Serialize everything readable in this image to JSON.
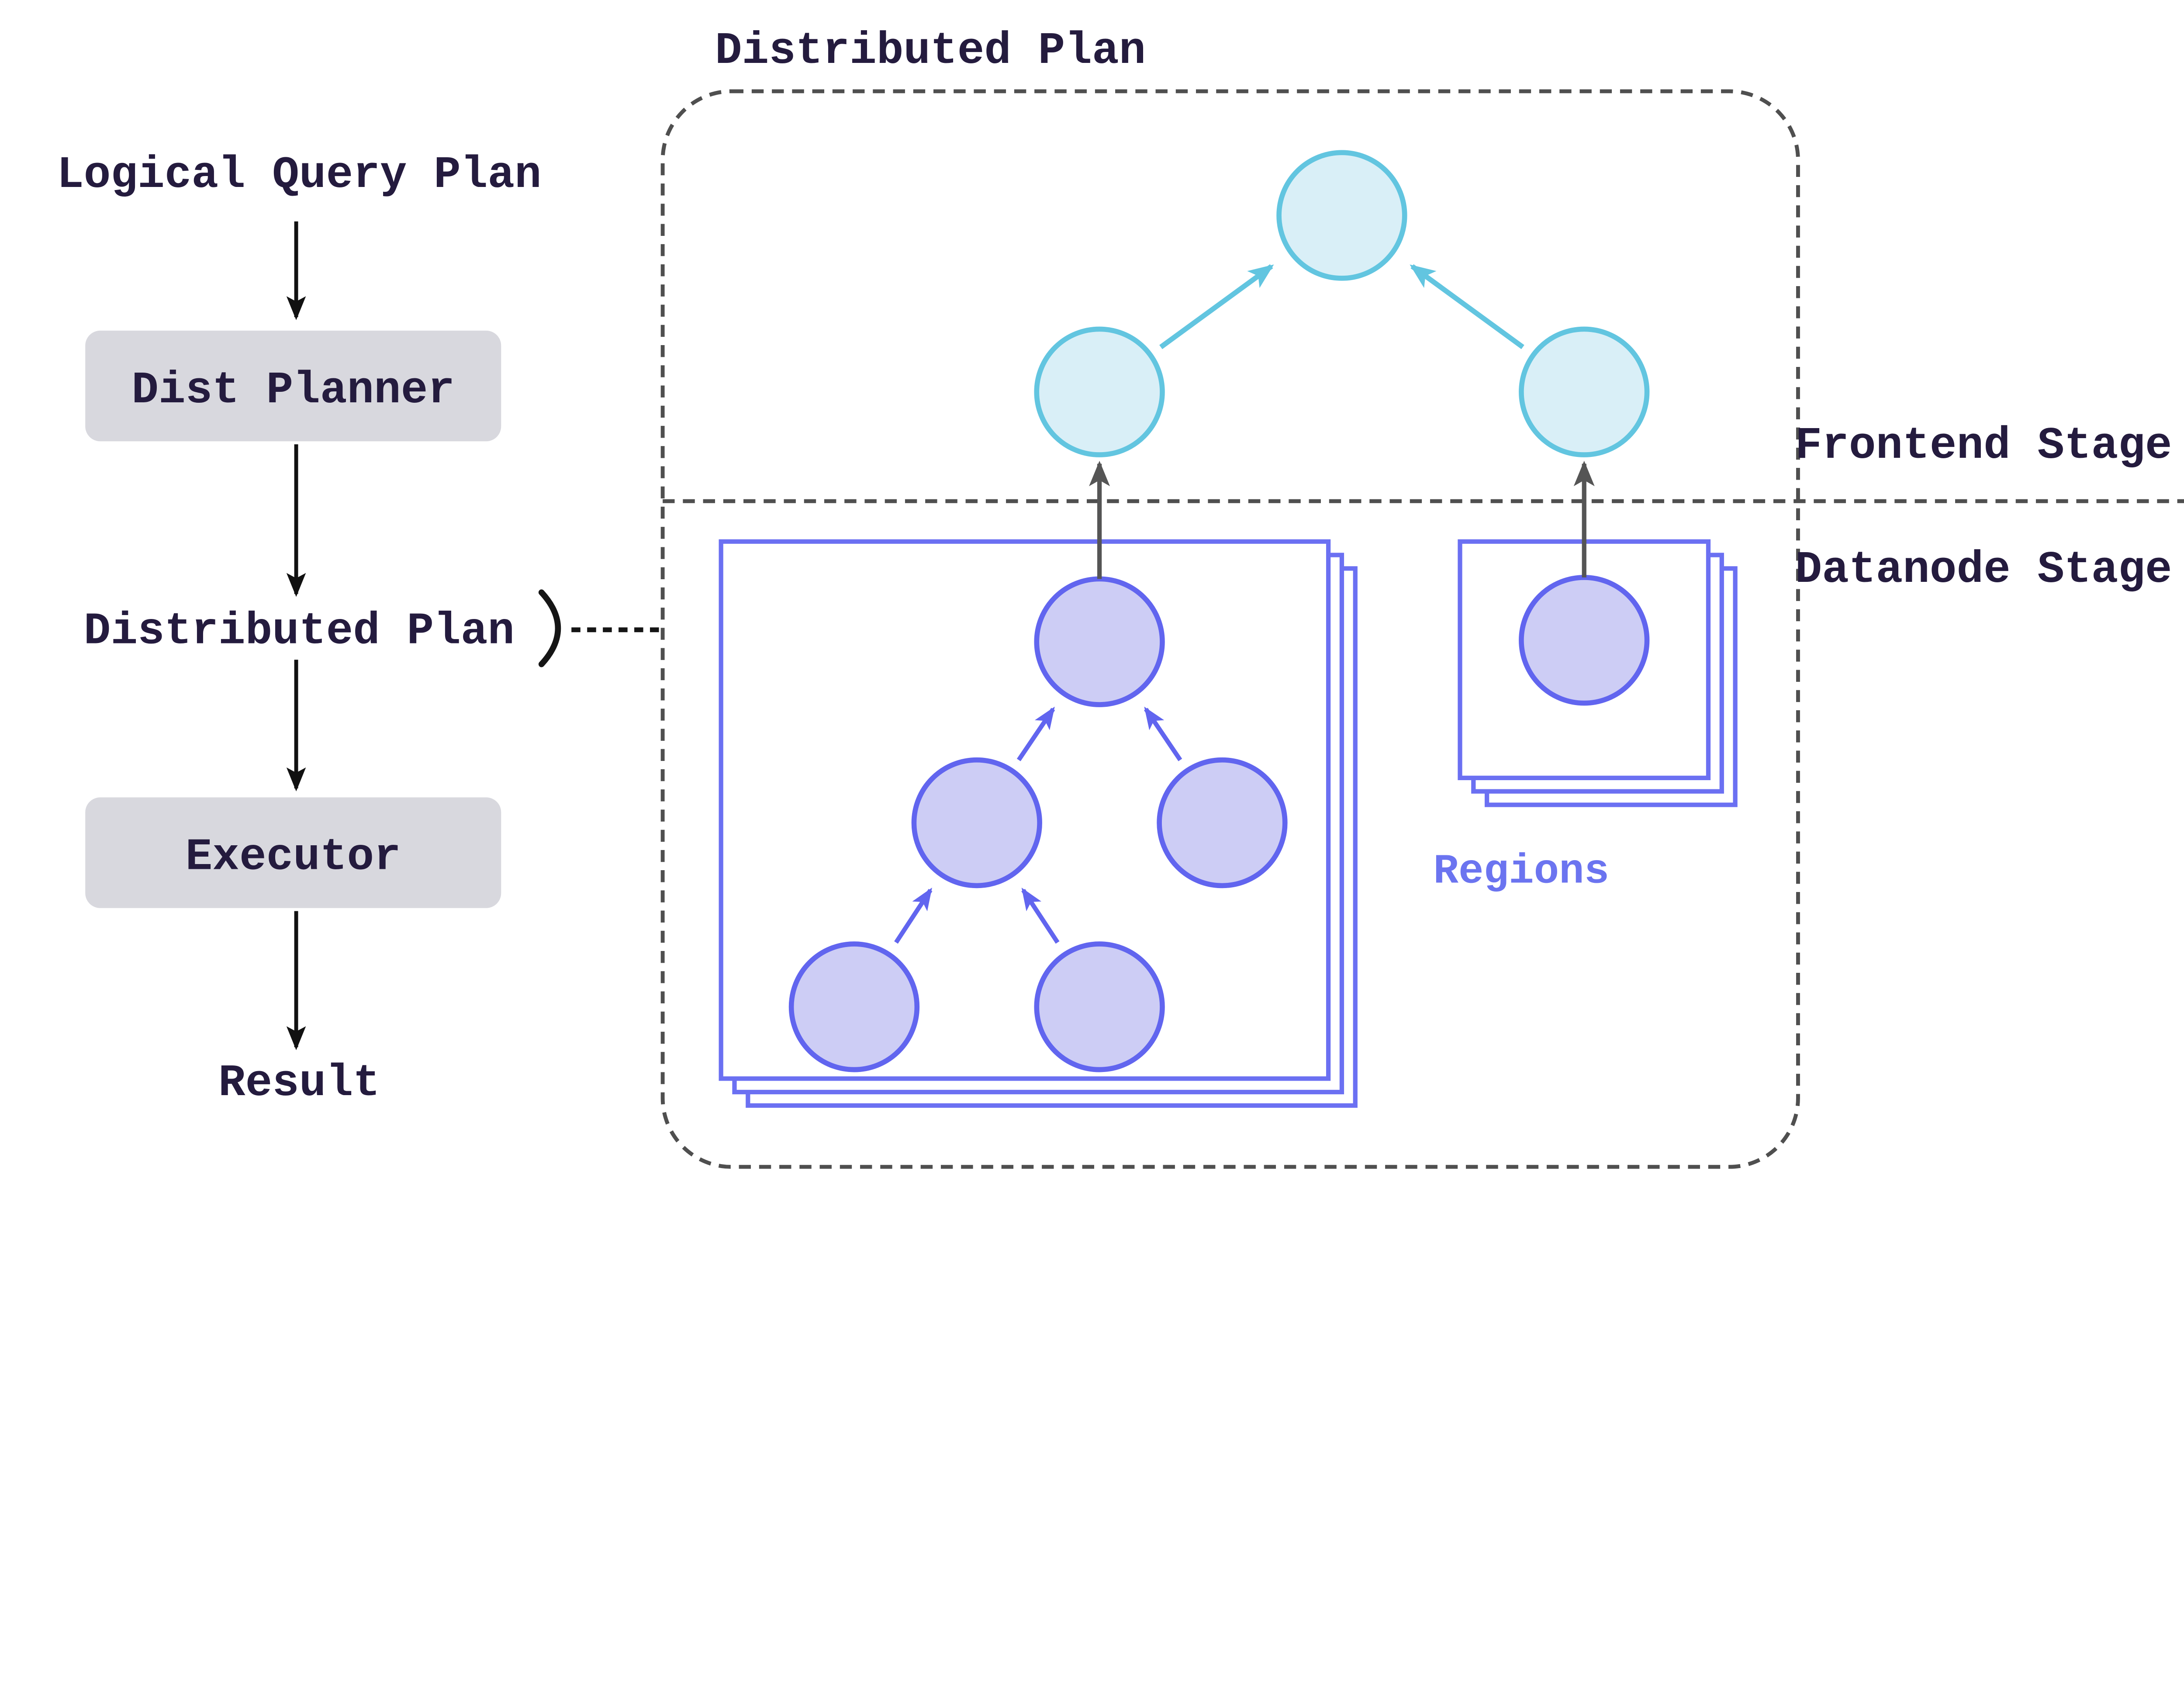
{
  "diagram": {
    "left_flow": {
      "step1": "Logical Query Plan",
      "box1": "Dist Planner",
      "step2": "Distributed Plan",
      "box2": "Executor",
      "step3": "Result"
    },
    "distributed_plan_panel": {
      "title": "Distributed Plan",
      "frontend_stage_label": "Frontend Stage",
      "datanode_stage_label": "Datanode Stage",
      "regions_label": "Regions"
    },
    "colors": {
      "text_dark": "#241b3e",
      "process_box_fill": "#d8d8de",
      "dashed_border_gray": "#4f4f4f",
      "frontend_node_fill": "#d9eff7",
      "frontend_node_stroke": "#62c5e0",
      "datanode_node_fill": "#cdcdf5",
      "datanode_node_stroke": "#6165ef",
      "region_box_stroke": "#6b70f2",
      "regions_text": "#6b74f0",
      "flow_arrow_black": "#111111",
      "stage_arrow_gray": "#555555"
    }
  }
}
